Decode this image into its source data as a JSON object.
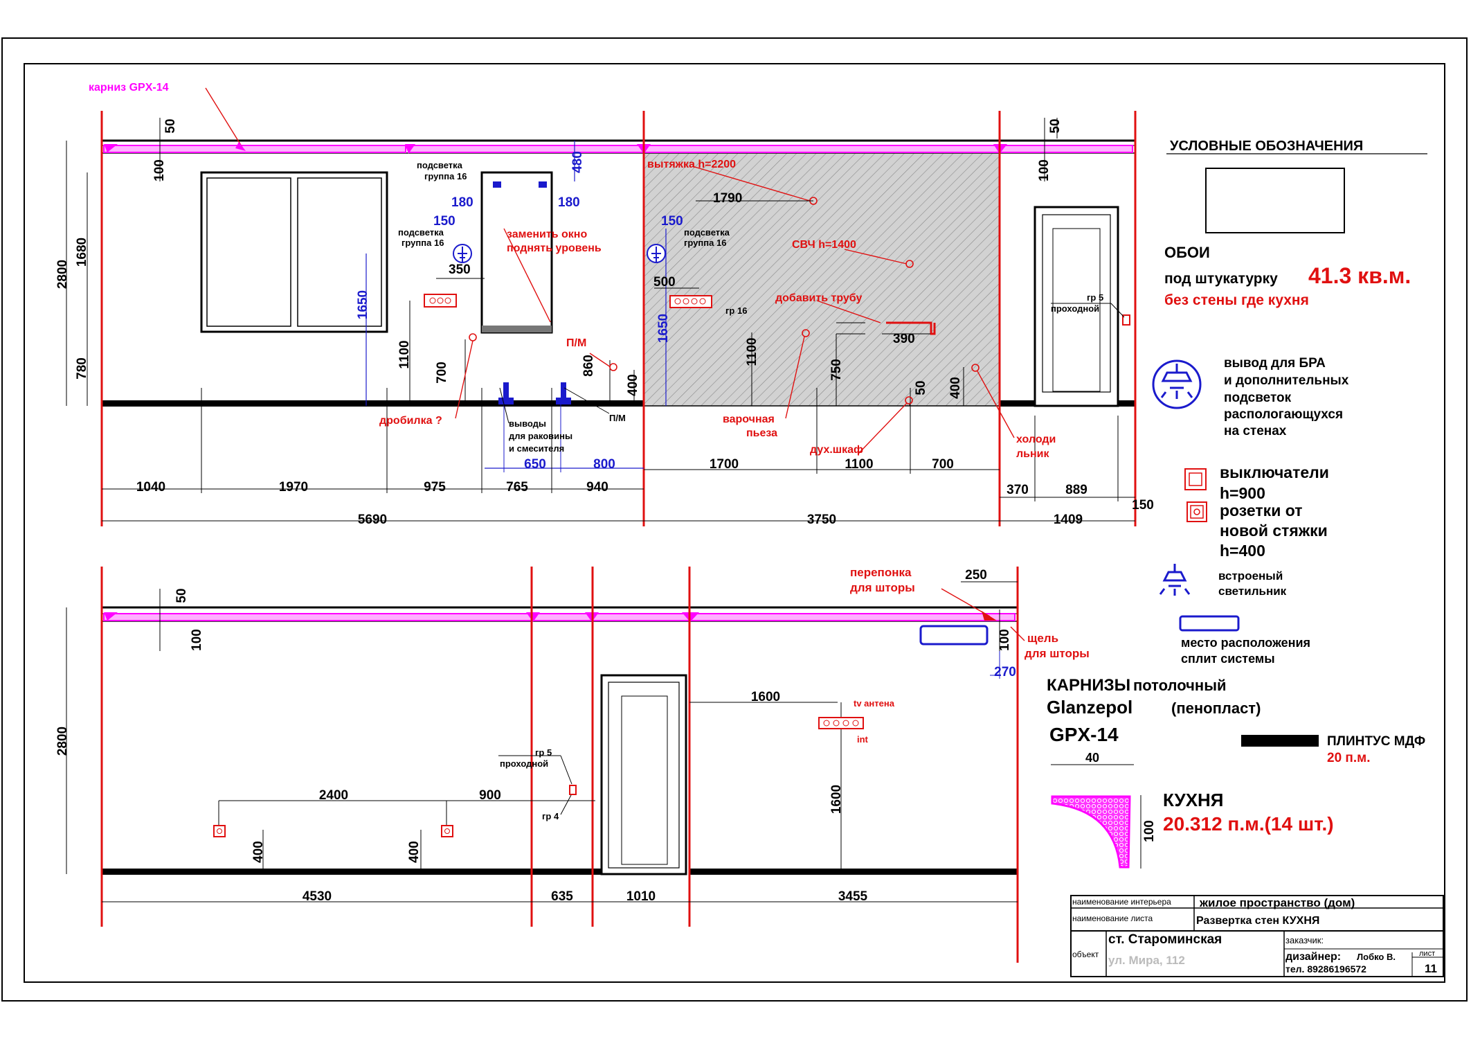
{
  "colors": {
    "red": "#e01010",
    "blue": "#1a1acc",
    "magenta": "#ff00ff",
    "black": "#000000"
  },
  "top_view": {
    "cornice_label": "карниз GPX-14",
    "dims_top": [
      "1040",
      "1970",
      "975",
      "765",
      "940"
    ],
    "dim_total_left": "5690",
    "dim_total_mid": "3750",
    "dim_total_right": "1409",
    "dims_right": [
      "370",
      "889",
      "150"
    ],
    "dims_mid": [
      "1700",
      "1100",
      "700"
    ],
    "blue_dims": [
      "650",
      "800"
    ],
    "vertical": {
      "h2800": "2800",
      "h1680": "1680",
      "h780": "780",
      "h100a": "100",
      "h50a": "50",
      "h1650a": "1650",
      "h1100a": "1100",
      "h700": "700",
      "h860": "860",
      "h400a": "400",
      "h480": "480",
      "h1650b": "1650",
      "h1100b": "1100",
      "h750": "750",
      "h50c": "50",
      "h400b": "400",
      "h50b": "50",
      "h100b": "100"
    },
    "backlight1": {
      "label1": "подсветка",
      "label2": "группа 16"
    },
    "backlight2": {
      "label1": "подсветка",
      "label2": "группа 16"
    },
    "backlight3": {
      "label1": "подсветка",
      "label2": "группа 16"
    },
    "d180a": "180",
    "d180b": "180",
    "d150a": "150",
    "d150b": "150",
    "d350": "350",
    "d500": "500",
    "d1790": "1790",
    "d390": "390",
    "replace_window": {
      "line1": "заменить окно",
      "line2": "поднять уровень"
    },
    "crusher": "дробилка ?",
    "pm1": "П/М",
    "pm2": "П/М",
    "sink_outlets": {
      "line1": "выводы",
      "line2": "для раковины",
      "line3": "и смесителя"
    },
    "hood": "вытяжка h=2200",
    "microwave": "СВЧ h=1400",
    "add_pipe": "добавить трубу",
    "gr16": "гр 16",
    "hob": {
      "line1": "варочная",
      "line2": "пьеза"
    },
    "oven": "дух.шкаф",
    "fridge": {
      "line1": "холоди",
      "line2": "льник"
    },
    "gr5": "гр 5",
    "pass": "проходной"
  },
  "bottom_view": {
    "dims": [
      "4530",
      "635",
      "1010",
      "3455"
    ],
    "v2800": "2800",
    "v50": "50",
    "v100": "100",
    "v100r": "100",
    "d2400": "2400",
    "d900": "900",
    "d400a": "400",
    "d400b": "400",
    "d1600h": "1600",
    "d1600v": "1600",
    "d250": "250",
    "d270": "270",
    "curtain_membrane": {
      "line1": "перепонка",
      "line2": "для шторы"
    },
    "curtain_gap": {
      "line1": "щель",
      "line2": "для шторы"
    },
    "gr5": "гр 5",
    "pass": "проходной",
    "gr4": "гр 4",
    "tv": "tv антена",
    "int": "int"
  },
  "legend": {
    "title": "УСЛОВНЫЕ ОБОЗНАЧЕНИЯ",
    "wallpaper": "ОБОИ",
    "plaster_prefix": "под штукатурку",
    "plaster_value": "41.3 кв.м.",
    "plaster_note": "без стены где кухня",
    "bra": [
      "вывод для БРА",
      "и дополнительных",
      "подсветок",
      "распологающухся",
      "на стенах"
    ],
    "switches": [
      "выключатели",
      "h=900"
    ],
    "sockets": [
      "розетки от",
      "новой стяжки",
      "h=400"
    ],
    "builtin": [
      "встроеный",
      "светильник"
    ],
    "split": [
      "место расположения",
      "сплит системы"
    ],
    "cornice_title1": "КАРНИЗЫ",
    "cornice_title2": "потолочный",
    "cornice_brand1": "Glanzepol",
    "cornice_brand2": "(пенопласт)",
    "cornice_model": "GPX-14",
    "plinth": "ПЛИНТУС МДФ",
    "plinth_value": "20 п.м.",
    "profile_w": "40",
    "profile_h": "100",
    "kitchen": "КУХНЯ",
    "kitchen_value": "20.312 п.м.(14 шт.)"
  },
  "titleblock": {
    "label_interior": "наименование интерьера",
    "interior": "жилое пространство (дом)",
    "label_sheet": "наименование листа",
    "sheet": "Развертка стен КУХНЯ",
    "label_object": "объект",
    "object": "ст. Староминская",
    "address": "ул. Мира, 112",
    "label_client": "заказчик:",
    "designer_label": "дизайнер:",
    "designer": "Лобко В.",
    "phone": "тел. 89286196572",
    "label_list": "лист",
    "list": "11"
  }
}
